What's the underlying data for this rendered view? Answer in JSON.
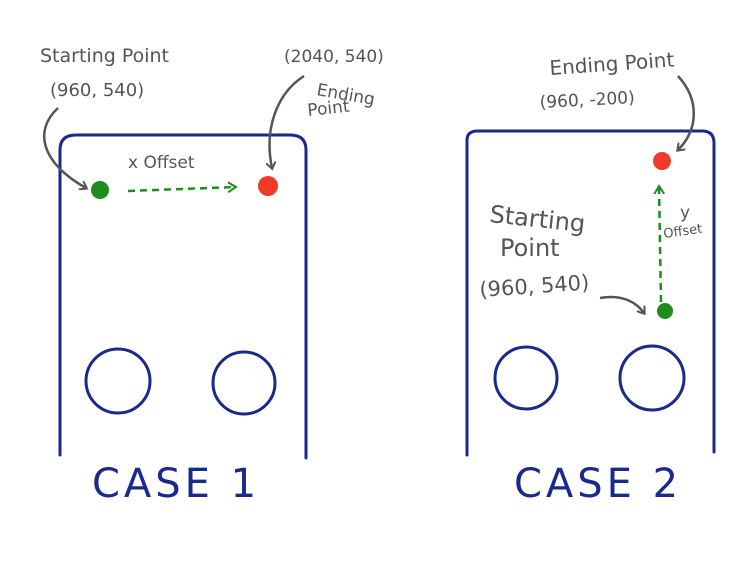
{
  "case1": {
    "start_title": "Starting Point",
    "start_coords": "(960, 540)",
    "end_coords": "(2040, 540)",
    "end_title_line1": "Ending",
    "end_title_line2": "Point",
    "offset_label": "x Offset",
    "caption": "CASE 1"
  },
  "case2": {
    "end_title": "Ending Point",
    "end_coords": "(960, -200)",
    "start_title_line1": "Starting",
    "start_title_line2": "Point",
    "start_coords": "(960, 540)",
    "offset_label_line1": "y",
    "offset_label_line2": "Offset",
    "caption": "CASE 2"
  },
  "colors": {
    "outline": "#1a2a8c",
    "start_point": "#1e8c1e",
    "end_point": "#f03a2a",
    "offset_arrow": "#1e8c1e",
    "annotation": "#555555"
  }
}
